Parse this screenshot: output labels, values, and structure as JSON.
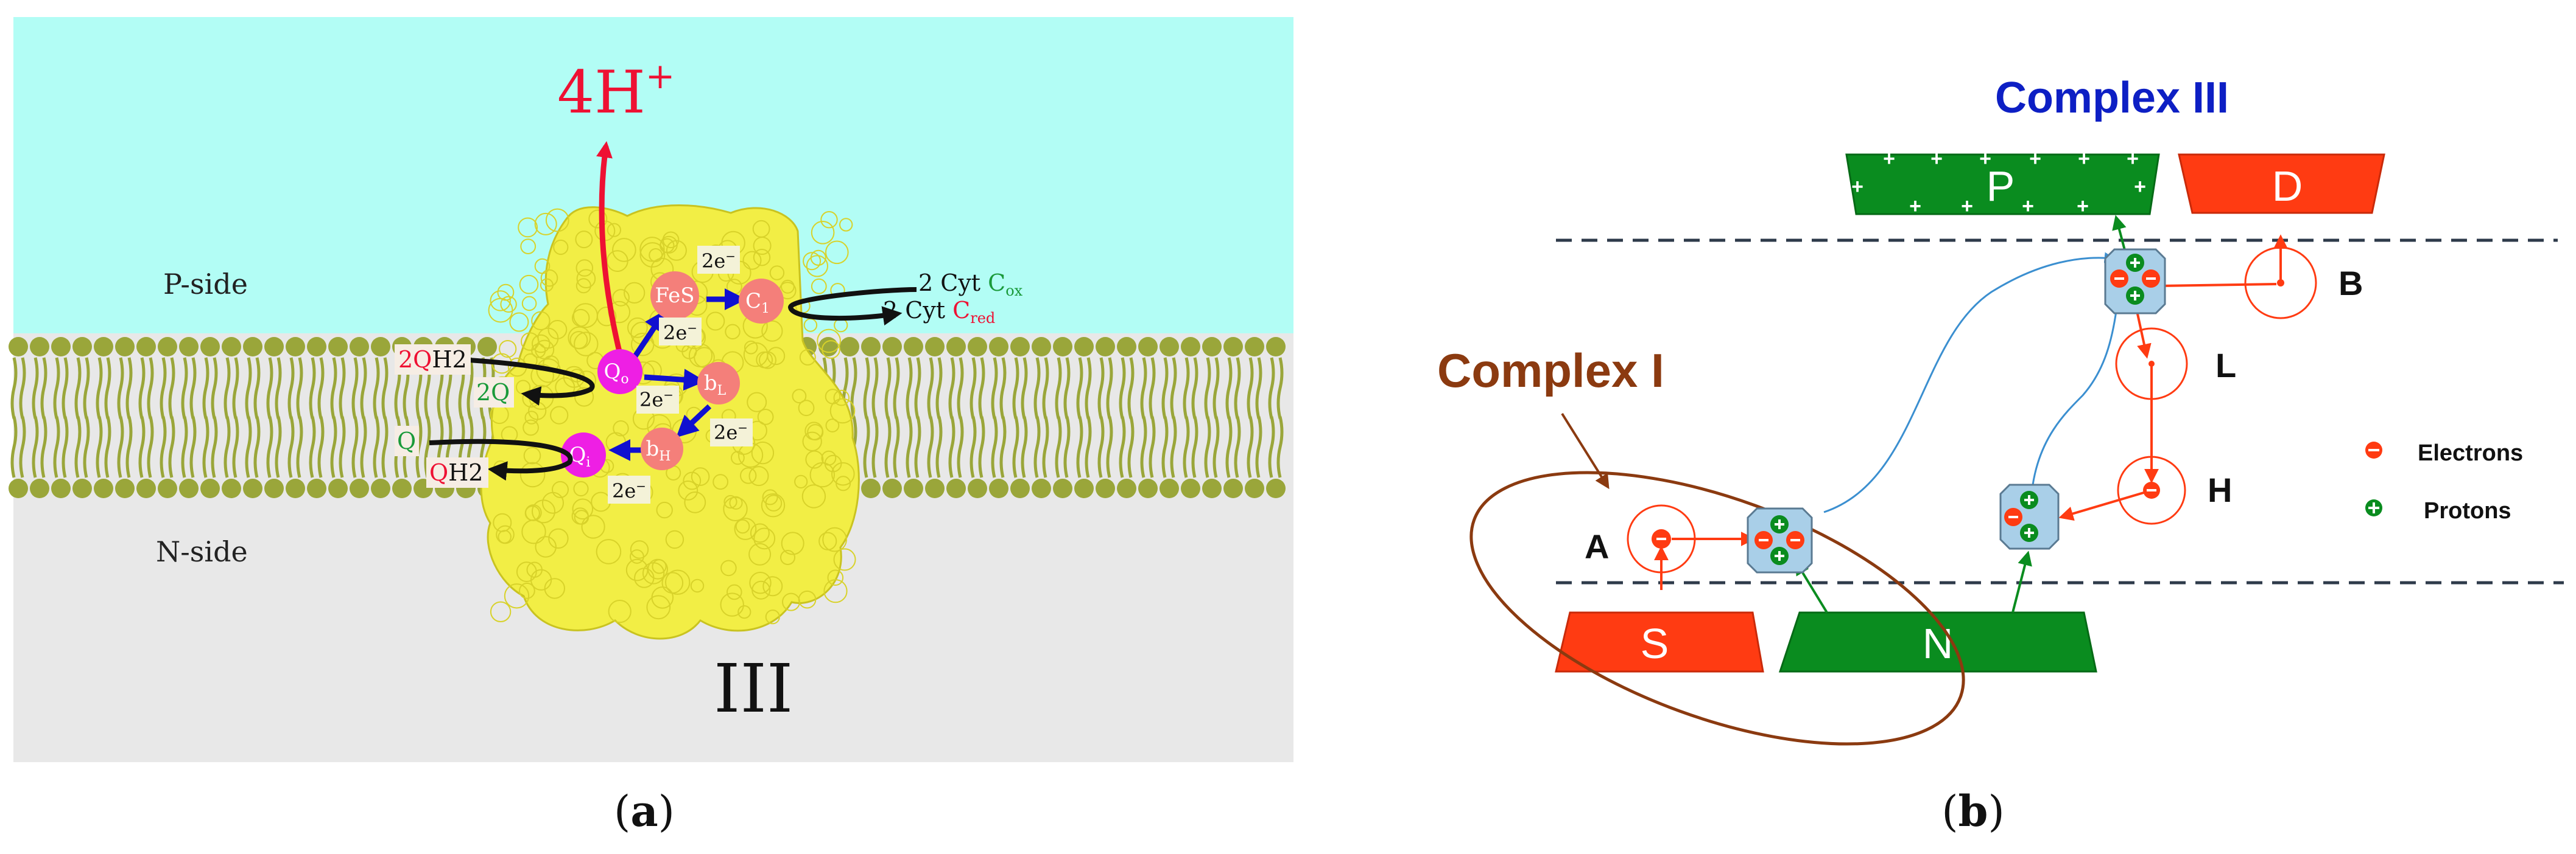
{
  "panel_a": {
    "caption_open": "(",
    "caption_letter": "a",
    "caption_close": ")",
    "protons": "4H",
    "proton_charge": "+",
    "p_side": "P-side",
    "n_side": "N-side",
    "complex_label": "III",
    "sites": {
      "qo": "Q",
      "qo_sub": "o",
      "qi": "Q",
      "qi_sub": "i",
      "fes": "FeS",
      "c1": "C",
      "c1_sub": "1",
      "bl": "b",
      "bl_sub": "L",
      "bh": "b",
      "bh_sub": "H"
    },
    "electrons": {
      "e_top": "2e",
      "e_fes": "2e",
      "e_bl": "2e",
      "e_bh": "2e",
      "e_qi": "2e",
      "sup": "−"
    },
    "cyt": {
      "ox_prefix": "2 Cyt ",
      "ox_c": "C",
      "ox_sub": "ox",
      "red_prefix": "2 Cyt ",
      "red_c": "C",
      "red_sub": "red"
    },
    "quinones": {
      "qh2_red": "2Q",
      "qh2_black": "H",
      "qh2_sub": "2",
      "q2": "2Q",
      "q": "Q",
      "qh2b_red": "Q",
      "qh2b_black": "H",
      "qh2b_sub": "2"
    },
    "colors": {
      "p_side_bg": "#b2fdf5",
      "n_side_bg": "#e8e8e8",
      "membrane": "#9aa63a",
      "protein": "#f2ee45",
      "magenta": "#ee1fe4",
      "salmon": "#f47f7a",
      "arrow_blue": "#1010d0",
      "proton_red": "#ee1133"
    }
  },
  "panel_b": {
    "caption_open": "(",
    "caption_letter": "b",
    "caption_close": ")",
    "complex_iii": "Complex III",
    "complex_i": "Complex I",
    "blocks": {
      "p": "P",
      "d": "D",
      "s": "S",
      "n": "N"
    },
    "nodes": {
      "a": "A",
      "b": "B",
      "l": "L",
      "h": "H"
    },
    "legend": {
      "electrons": "Electrons",
      "protons": "Protons"
    },
    "colors": {
      "green": "#0a8c1f",
      "red": "#ff3b12",
      "brown": "#8b3a10",
      "navy": "#0d1fc4",
      "box": "#a9cfe8",
      "blue_line": "#3b8fd0"
    }
  }
}
